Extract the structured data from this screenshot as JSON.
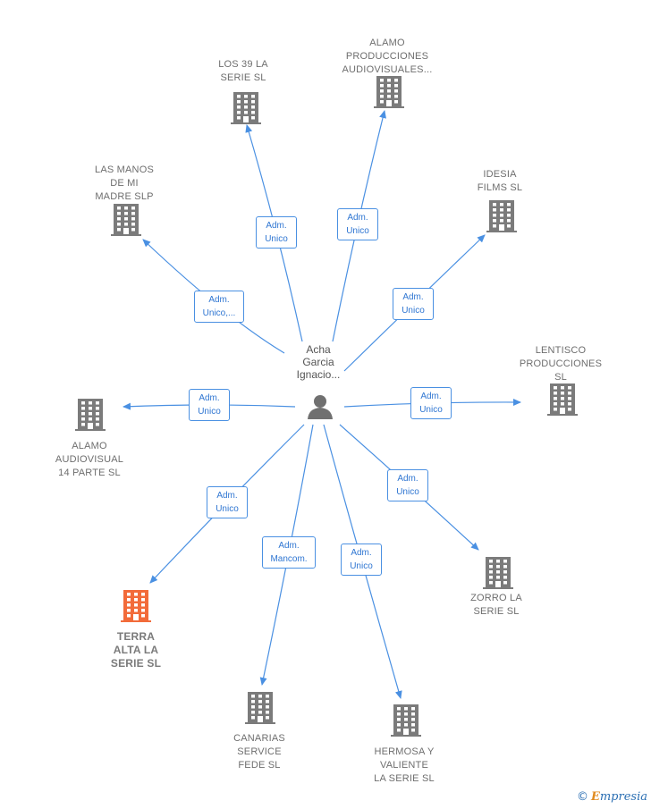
{
  "center": {
    "name": "Acha\nGarcia\nIgnacio..."
  },
  "companies": [
    {
      "id": "los39",
      "name": "LOS 39 LA\nSERIE  SL",
      "role": "Adm.\nUnico",
      "highlight": false
    },
    {
      "id": "alamoprod",
      "name": "ALAMO\nPRODUCCIONES\nAUDIOVISUALES...",
      "role": "Adm.\nUnico",
      "highlight": false
    },
    {
      "id": "manos",
      "name": "LAS MANOS\nDE MI\nMADRE  SLP",
      "role": "Adm.\nUnico,...",
      "highlight": false
    },
    {
      "id": "idesia",
      "name": "IDESIA\nFILMS  SL",
      "role": "Adm.\nUnico",
      "highlight": false
    },
    {
      "id": "lentisco",
      "name": "LENTISCO\nPRODUCCIONES\nSL",
      "role": "Adm.\nUnico",
      "highlight": false
    },
    {
      "id": "alamo14",
      "name": "ALAMO\nAUDIOVISUAL\n14 PARTE  SL",
      "role": "Adm.\nUnico",
      "highlight": false
    },
    {
      "id": "zorro",
      "name": "ZORRO LA\nSERIE  SL",
      "role": "Adm.\nUnico",
      "highlight": false
    },
    {
      "id": "terra",
      "name": "TERRA\nALTA LA\nSERIE  SL",
      "role": "Adm.\nUnico",
      "highlight": true
    },
    {
      "id": "canarias",
      "name": "CANARIAS\nSERVICE\nFEDE  SL",
      "role": "Adm.\nMancom.",
      "highlight": false
    },
    {
      "id": "hermosa",
      "name": "HERMOSA Y\nVALIENTE\nLA SERIE  SL",
      "role": "Adm.\nUnico",
      "highlight": false
    }
  ],
  "colors": {
    "edge": "#4a90e2",
    "building": "#7b7b7b",
    "highlight": "#f26b3a",
    "person": "#707070"
  },
  "icons": {
    "company": "building-icon",
    "person": "person-icon"
  },
  "brand": {
    "symbol": "©",
    "initial": "E",
    "rest": "mpresia"
  }
}
